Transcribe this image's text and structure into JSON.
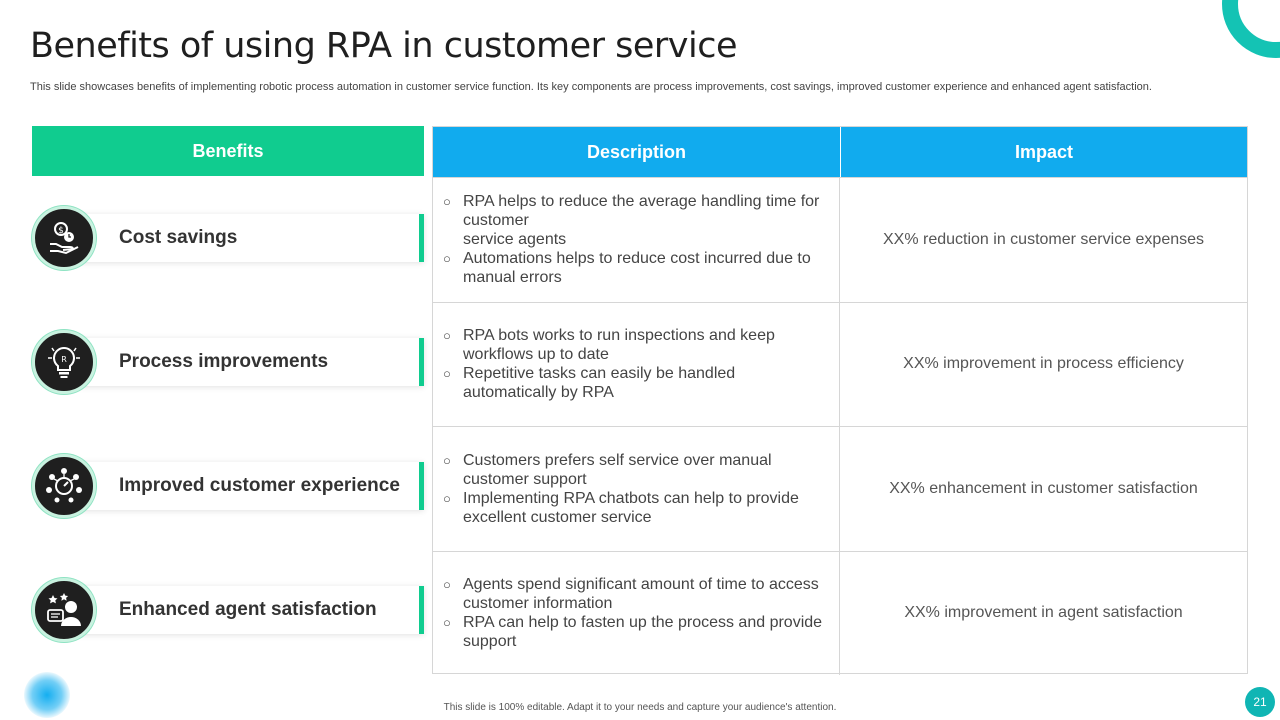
{
  "slide": {
    "title": "Benefits of using RPA in customer service",
    "subtitle": "This slide showcases benefits of implementing robotic process automation in customer service function. Its key components are process improvements, cost savings, improved customer experience and enhanced agent satisfaction.",
    "footer": "This slide is 100% editable. Adapt it to your needs and capture your audience's attention.",
    "page_number": "21"
  },
  "colors": {
    "green": "#10cc8f",
    "blue": "#11abee",
    "teal": "#14c3b4"
  },
  "table": {
    "headers": {
      "benefits": "Benefits",
      "description": "Description",
      "impact": "Impact"
    },
    "rows": [
      {
        "benefit": "Cost savings",
        "icon": "money-hand-icon",
        "description": [
          "RPA helps to reduce the average handling time for customer\nservice agents",
          "Automations helps to reduce cost incurred due to manual errors"
        ],
        "impact": "XX% reduction in customer service expenses"
      },
      {
        "benefit": "Process improvements",
        "icon": "lightbulb-icon",
        "description": [
          "RPA bots works to run inspections and keep workflows up to date",
          "Repetitive tasks can easily be handled automatically by RPA"
        ],
        "impact": "XX% improvement in process efficiency"
      },
      {
        "benefit": "Improved customer experience",
        "icon": "customer-network-icon",
        "description": [
          "Customers prefers self service over manual customer support",
          "Implementing RPA chatbots can help to provide excellent customer service"
        ],
        "impact": "XX% enhancement in customer satisfaction"
      },
      {
        "benefit": "Enhanced agent satisfaction",
        "icon": "agent-rating-icon",
        "description": [
          "Agents spend significant amount of time to access customer information",
          "RPA can help to fasten up the process and provide support"
        ],
        "impact": "XX% improvement in agent satisfaction"
      }
    ]
  }
}
